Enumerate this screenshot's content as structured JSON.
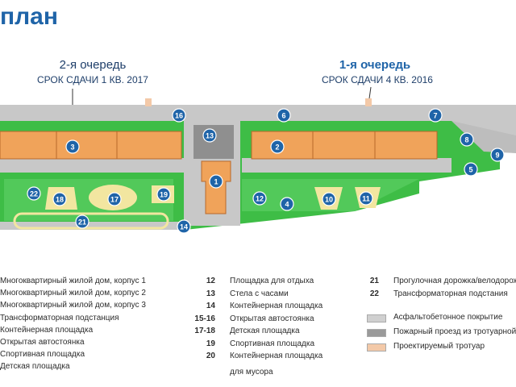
{
  "title": "план",
  "phase2": {
    "title": "2-я очередь",
    "deadline": "СРОК СДАЧИ 1 КВ. 2017"
  },
  "phase1": {
    "title": "1-я очередь",
    "deadline": "СРОК СДАЧИ 4 КВ. 2016"
  },
  "colors": {
    "heading": "#1f64a8",
    "road": "#c8c8c8",
    "grass": "#3ebd46",
    "building": "#f0a35a",
    "marker": "#1f64a8",
    "path": "#f2e6a0"
  },
  "markers": [
    "1",
    "2",
    "3",
    "4",
    "5",
    "6",
    "7",
    "8",
    "9",
    "10",
    "11",
    "12",
    "13",
    "14",
    "16",
    "17",
    "18",
    "19",
    "21",
    "22"
  ],
  "legend": {
    "col1": [
      "Многоквартирный жилой дом, корпус 1",
      "Многоквартирный жилой дом, корпус 2",
      "Многоквартирный жилой дом, корпус 3",
      "Трансформаторная подстанция",
      "Контейнерная площадка",
      "Открытая автостоянка",
      "Спортивная площадка",
      "Детская площадка"
    ],
    "col2": [
      {
        "num": "12",
        "text": "Площадка для отдыха"
      },
      {
        "num": "13",
        "text": "Стела с часами"
      },
      {
        "num": "14",
        "text": "Контейнерная площадка"
      },
      {
        "num": "15-16",
        "text": "Открытая автостоянка"
      },
      {
        "num": "17-18",
        "text": "Детская площадка"
      },
      {
        "num": "19",
        "text": "Спортивная площадка"
      },
      {
        "num": "20",
        "text": "Контейнерная площадка"
      }
    ],
    "col2_extra": "для мусора",
    "col3": [
      {
        "num": "21",
        "text": "Прогулочная дорожка/велодорож"
      },
      {
        "num": "22",
        "text": "Трансформаторная подстания"
      }
    ],
    "swatches": [
      {
        "text": "Асфальтобетонное покрытие",
        "color": "#d0d0d0"
      },
      {
        "text": "Пожарный проезд из тротуарной",
        "color": "#9a9a9a"
      },
      {
        "text": "Проектируемый тротуар",
        "color": "#f3c9a8"
      }
    ]
  }
}
